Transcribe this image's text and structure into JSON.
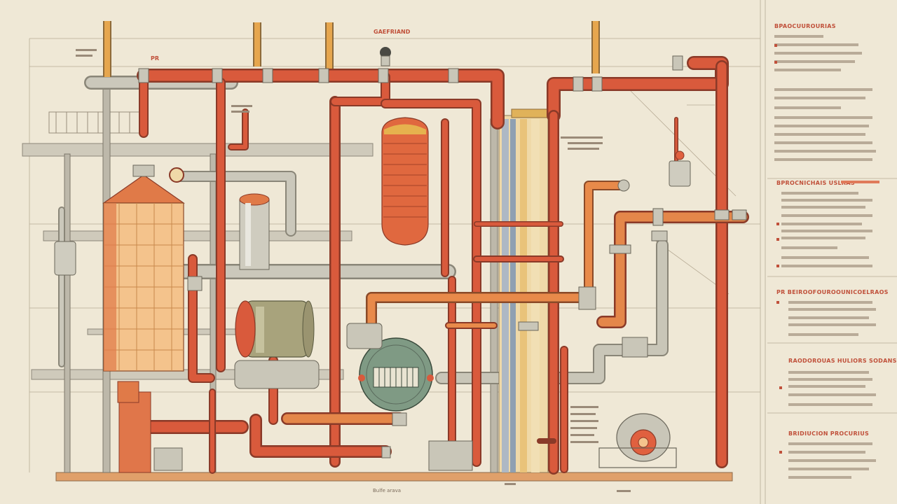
{
  "diagram": {
    "title": "GAEFRIAND",
    "bottom_label": "Bulfe arava",
    "callout_label": "PR"
  },
  "panel": {
    "top_heading": "BPAOCUUROURIAS",
    "sections": [
      {
        "heading": "BPROCNICHAIS USLRAS"
      },
      {
        "heading": "PR BEIROOFOUROOUNICOELRAOS"
      },
      {
        "heading": "RAODOROUAS HULIORS SODANS"
      },
      {
        "heading": "BRIDIUCION PROCURIUS"
      }
    ]
  },
  "colors": {
    "paper": "#efe8d6",
    "pipe_red": "#d95a3c",
    "pipe_orange": "#e88a4a",
    "pipe_grey": "#b9b6a8",
    "vessel_green": "#7f9a84",
    "vessel_olive": "#a8a37c",
    "ink": "#7a6a5a"
  }
}
